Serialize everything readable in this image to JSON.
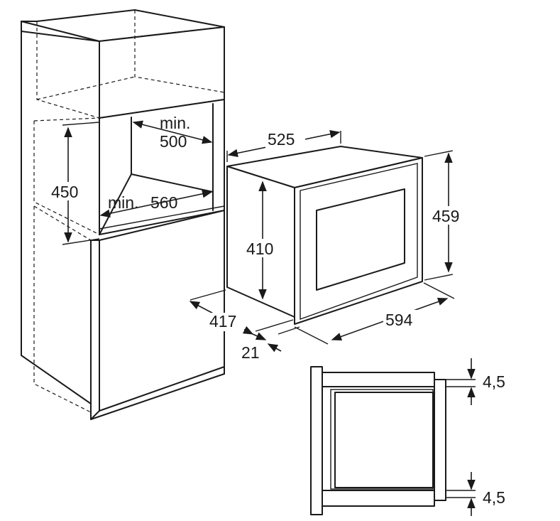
{
  "dimensions": {
    "niche_depth_min": {
      "prefix": "min.",
      "value": "500"
    },
    "niche_width_min": {
      "prefix": "min.",
      "value": "560"
    },
    "niche_height": "450",
    "oven_depth_top": "525",
    "oven_body_height": "410",
    "oven_front_height": "459",
    "oven_body_depth": "417",
    "oven_front_thickness": "21",
    "oven_width": "594",
    "gap_top": "4,5",
    "gap_bottom": "4,5"
  }
}
